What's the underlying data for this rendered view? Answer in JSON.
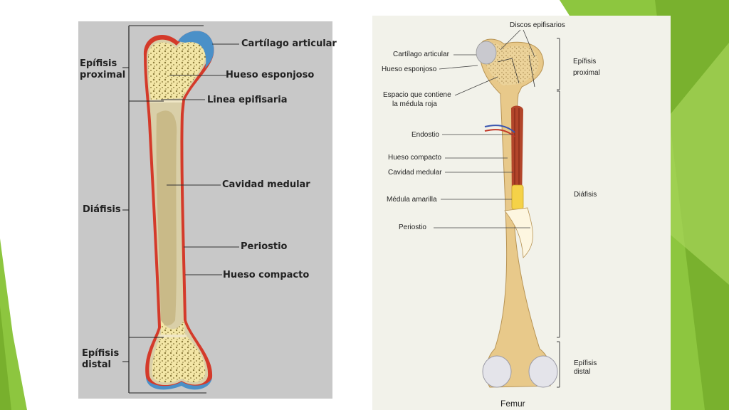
{
  "slide": {
    "left_diagram": {
      "labels": {
        "cartilago": "Cartílago articular",
        "hueso_esponjoso": "Hueso esponjoso",
        "linea_epifisaria": "Linea epifisaria",
        "cavidad_medular": "Cavidad medular",
        "periostio": "Periostio",
        "hueso_compacto": "Hueso compacto",
        "epifisis_proximal_1": "Epífisis",
        "epifisis_proximal_2": "proximal",
        "diafisis": "Diáfisis",
        "epifisis_distal_1": "Epífisis",
        "epifisis_distal_2": "distal"
      }
    },
    "right_diagram": {
      "labels": {
        "discos_epifisarios": "Discos epifisarios",
        "cartilago": "Cartílago articular",
        "hueso_esponjoso": "Hueso esponjoso",
        "espacio_1": "Espacio que contiene",
        "espacio_2": "la médula roja",
        "endostio": "Endostio",
        "hueso_compacto": "Hueso compacto",
        "cavidad_medular": "Cavidad medular",
        "medula_amarilla": "Médula amarilla",
        "periostio": "Periostio",
        "epifisis_proximal_1": "Epífisis",
        "epifisis_proximal_2": "proximal",
        "diafisis": "Diáfisis",
        "epifisis_distal_1": "Epífisis",
        "epifisis_distal_2": "distal",
        "caption": "Femur"
      }
    },
    "colors": {
      "accent_green": "#8dc63f",
      "accent_green_dark": "#6aa121",
      "cartilage_blue": "#4a90c8",
      "periosteum_red": "#d43a2a",
      "spongy_yellow": "#f0e2a0",
      "bone_tan": "#e8c98a"
    }
  }
}
